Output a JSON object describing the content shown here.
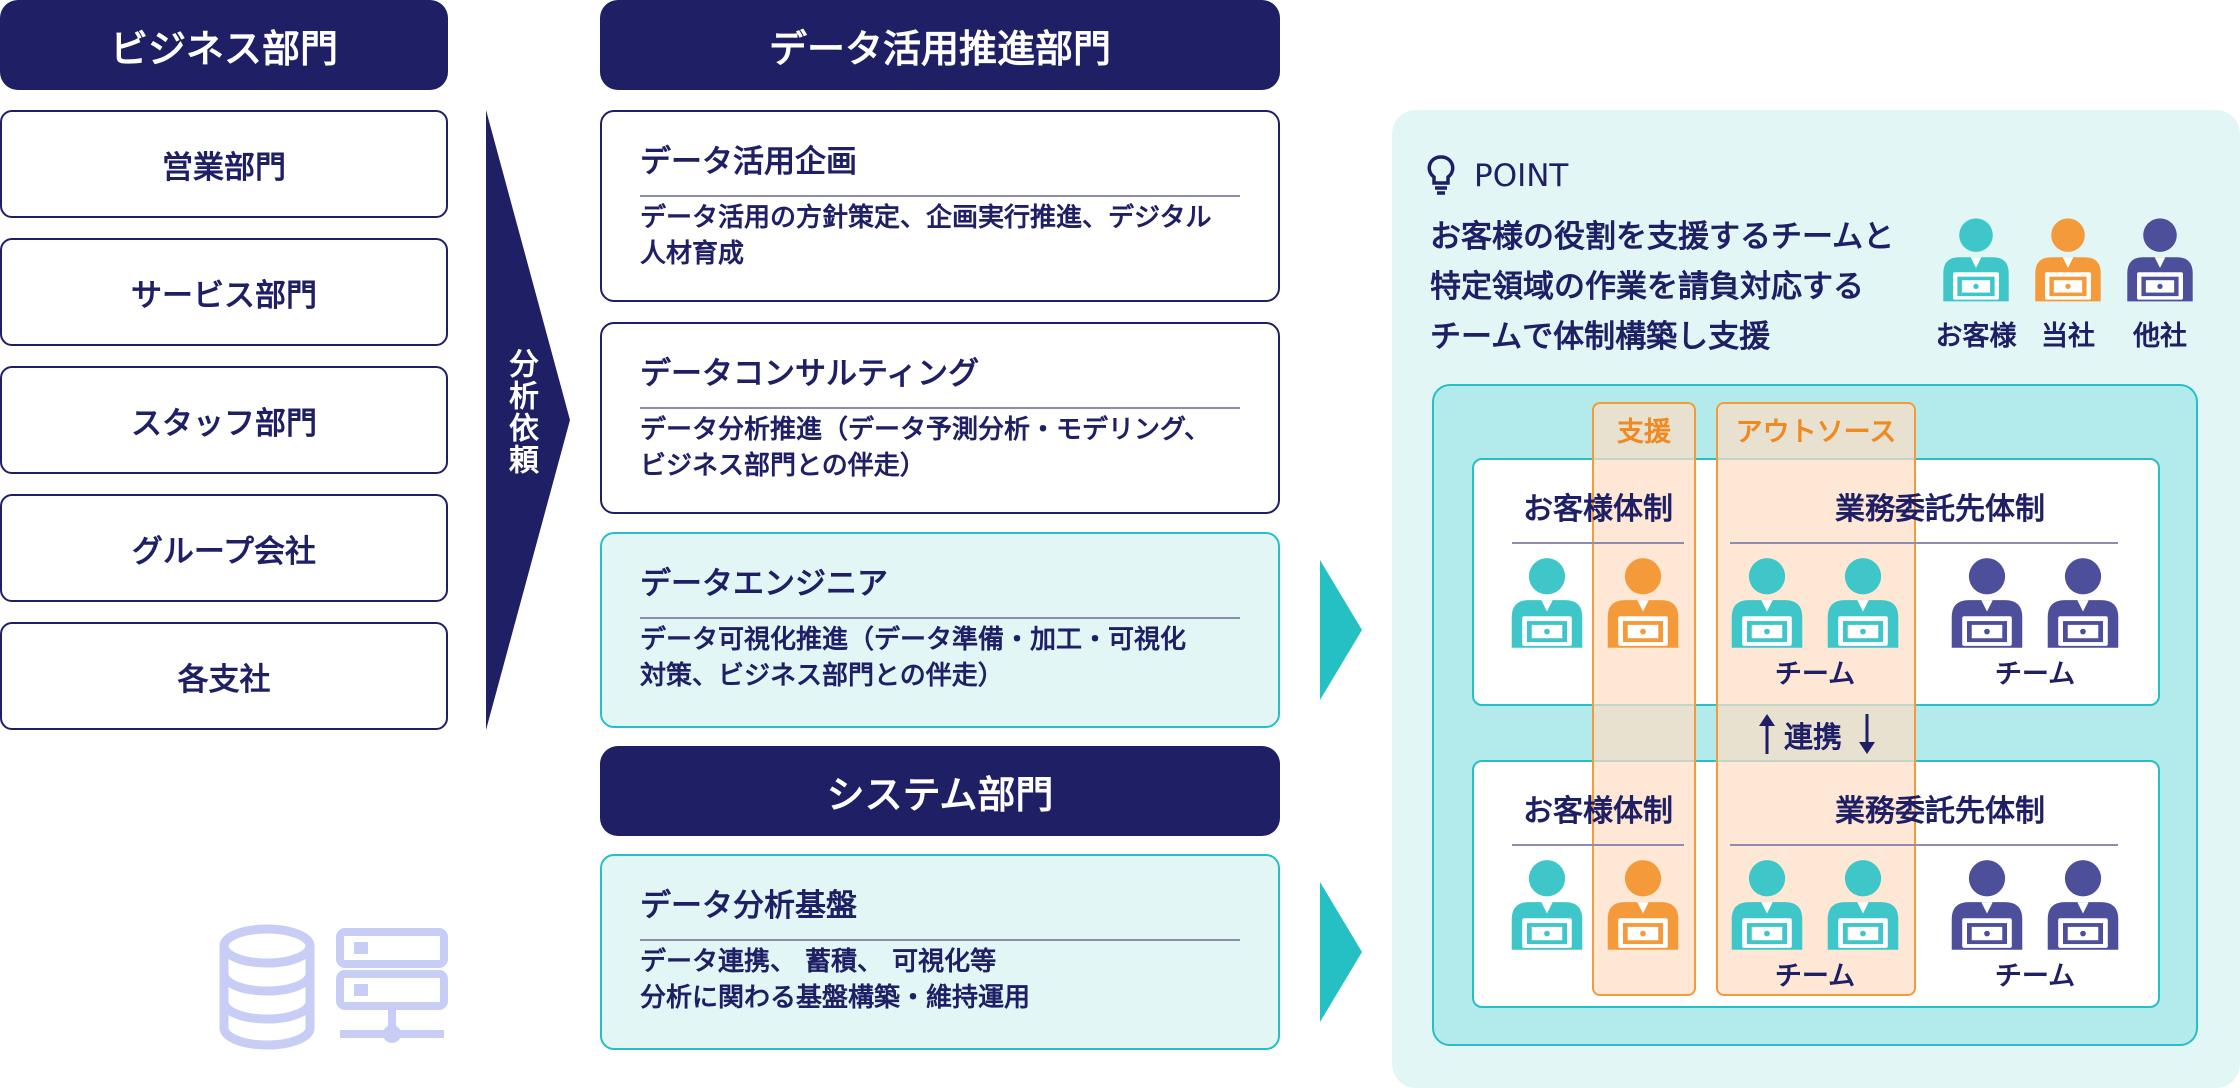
{
  "left": {
    "header": "ビジネス部門",
    "items": [
      "営業部門",
      "サービス部門",
      "スタッフ部門",
      "グループ会社",
      "各支社"
    ],
    "arrow_label": "分析依頼"
  },
  "middle": {
    "header": "データ活用推進部門",
    "cards": [
      {
        "title": "データ活用企画",
        "lines": [
          "データ活用の方針策定、企画実行推進、デジタル",
          "人材育成"
        ]
      },
      {
        "title": "データコンサルティング",
        "lines": [
          "データ分析推進（データ予測分析・モデリング、",
          "ビジネス部門との伴走）"
        ]
      },
      {
        "title": "データエンジニア",
        "lines": [
          "データ可視化推進（データ準備・加工・可視化",
          "対策、ビジネス部門との伴走）"
        ]
      }
    ],
    "system_header": "システム部門",
    "system_card": {
      "title": "データ分析基盤",
      "lines": [
        "データ連携、 蓄積、 可視化等",
        "分析に関わる基盤構築・維持運用"
      ]
    }
  },
  "point": {
    "label": "POINT",
    "lines": [
      "お客様の役割を支援するチームと",
      "特定領域の作業を請負対応する",
      "チームで体制構築し支援"
    ],
    "legend": [
      {
        "label": "お客様",
        "color": "#3ec6c8"
      },
      {
        "label": "当社",
        "color": "#f59a3b"
      },
      {
        "label": "他社",
        "color": "#4e4f9a"
      }
    ],
    "support_label": "支援",
    "outsource_label": "アウトソース",
    "customer_structure": "お客様体制",
    "vendor_structure": "業務委託先体制",
    "team_label": "チーム",
    "link_label": "連携"
  },
  "colors": {
    "navy": "#1f1f66",
    "teal": "#25c0c4",
    "teal_bg": "#e3f6f6",
    "inner_teal": "#b3eaeb",
    "orange": "#f59a3b",
    "orange_bg": "#fde3cc",
    "icon_lavender": "#c7cdf5"
  },
  "icons": [
    "lightbulb-icon",
    "database-icon",
    "server-icon",
    "person-laptop-icon"
  ]
}
